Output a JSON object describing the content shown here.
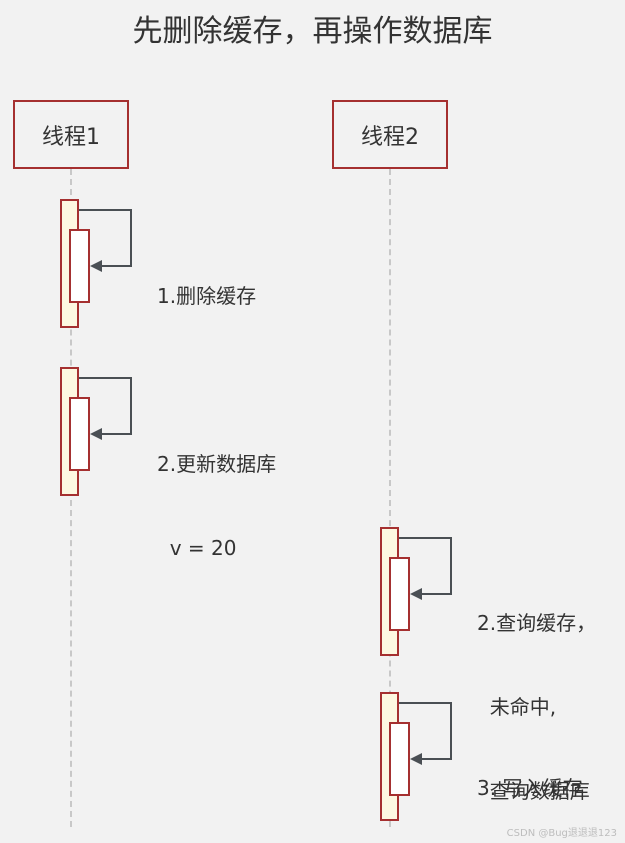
{
  "title": "先删除缓存，再操作数据库",
  "lifelines": [
    {
      "label": "线程1"
    },
    {
      "label": "线程2"
    }
  ],
  "messages": [
    {
      "lines": [
        "1.删除缓存"
      ]
    },
    {
      "lines": [
        "2.更新数据库",
        "  v = 20"
      ]
    },
    {
      "lines": [
        "2.查询缓存，",
        "  未命中,",
        "  查询数据库"
      ]
    },
    {
      "lines": [
        "3. 写入缓存"
      ]
    }
  ],
  "watermark": "CSDN @Bug退退退123",
  "colors": {
    "border": "#a53030",
    "activation_fill": "#fdf8e1",
    "arrow": "#4a4f54",
    "lifeline_dash": "#c8c8c8",
    "background": "#f2f2f2"
  }
}
